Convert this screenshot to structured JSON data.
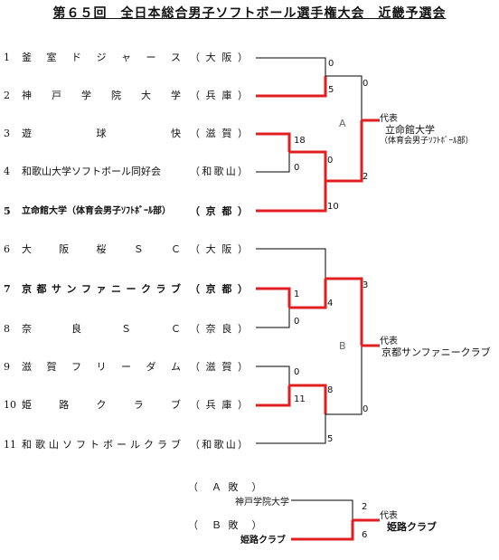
{
  "title": "第６５回　全日本総合男子ソフトボール選手権大会　近畿予選会",
  "teams": [
    {
      "no": "1",
      "name": [
        "釜",
        "室",
        "ド",
        "ジ",
        "ャ",
        "ー",
        "ス"
      ],
      "pref": [
        "（",
        "大",
        "阪",
        "）"
      ]
    },
    {
      "no": "2",
      "name": [
        "神",
        "戸",
        "学",
        "院",
        "大",
        "学"
      ],
      "pref": [
        "（",
        "兵",
        "庫",
        "）"
      ]
    },
    {
      "no": "3",
      "name": [
        "遊",
        "球",
        "快"
      ],
      "pref": [
        "（",
        "滋",
        "賀",
        "）"
      ]
    },
    {
      "no": "4",
      "name": "和歌山大学ソフトボール同好会",
      "pref": [
        "（",
        "和",
        "歌",
        "山",
        "）"
      ]
    },
    {
      "no": "5",
      "name": "立命館大学（体育会男子ｿﾌﾄﾎﾞｰﾙ部）",
      "pref": [
        "（",
        "京",
        "都",
        "）"
      ]
    },
    {
      "no": "6",
      "name": [
        "大",
        "阪",
        "桜",
        "Ｓ",
        "Ｃ"
      ],
      "pref": [
        "（",
        "大",
        "阪",
        "）"
      ]
    },
    {
      "no": "7",
      "name": [
        "京",
        "都",
        "サ",
        "ン",
        "フ",
        "ァ",
        "ニ",
        "ー",
        "ク",
        "ラ",
        "ブ"
      ],
      "pref": [
        "（",
        "京",
        "都",
        "）"
      ]
    },
    {
      "no": "8",
      "name": [
        "奈",
        "良",
        "Ｓ",
        "Ｃ"
      ],
      "pref": [
        "（",
        "奈",
        "良",
        "）"
      ]
    },
    {
      "no": "9",
      "name": [
        "滋",
        "賀",
        "フ",
        "リ",
        "ー",
        "ダ",
        "ム"
      ],
      "pref": [
        "（",
        "滋",
        "賀",
        "）"
      ]
    },
    {
      "no": "10",
      "name": [
        "姫",
        "路",
        "ク",
        "ラ",
        "ブ"
      ],
      "pref": [
        "（",
        "兵",
        "庫",
        "）"
      ]
    },
    {
      "no": "11",
      "name": [
        "和",
        "歌",
        "山",
        "ソ",
        "フ",
        "ト",
        "ボ",
        "ー",
        "ル",
        "ク",
        "ラ",
        "ブ"
      ],
      "pref": [
        "（",
        "和",
        "歌",
        "山",
        "）"
      ]
    }
  ],
  "scores": {
    "r1": [
      "0",
      "5",
      "18",
      "0",
      "1",
      "0",
      "0",
      "11"
    ],
    "r2": [
      "0",
      "10",
      "4",
      "8",
      "5"
    ],
    "semi": [
      "0",
      "2",
      "3",
      "0"
    ],
    "final": [
      "2",
      "6"
    ]
  },
  "blocks": [
    "A",
    "B"
  ],
  "reps": {
    "label": "代表",
    "a": {
      "name": "立命館大学",
      "sub": "（体育会男子ｿﾌﾄﾎﾞｰﾙ部）"
    },
    "b": {
      "name": "京都サンファニークラブ"
    },
    "final": {
      "name": "姫路クラブ"
    }
  },
  "playoff": {
    "a_label": "（　Ａ 敗　）",
    "b_label": "（　Ｂ 敗　）",
    "a_team": "神戸学院大学",
    "b_team": "姫路クラブ"
  },
  "colors": {
    "winner": "#e02020",
    "line": "#000000"
  }
}
